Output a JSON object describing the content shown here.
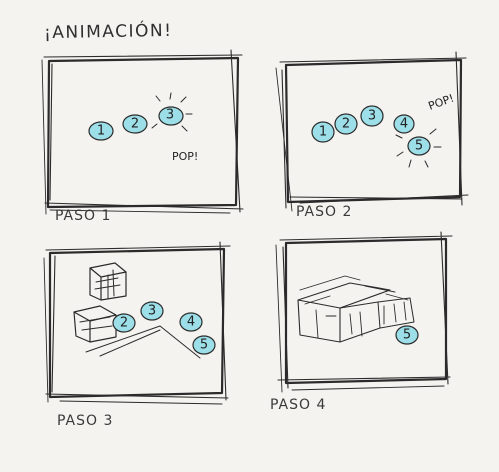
{
  "title": "¡ANIMACIÓN!",
  "steps": [
    {
      "label": "PASO 1",
      "bubbles": [
        "1",
        "2",
        "3"
      ],
      "pop": "POP!"
    },
    {
      "label": "PASO 2",
      "bubbles": [
        "1",
        "2",
        "3",
        "4",
        "5"
      ],
      "pop": "POP!"
    },
    {
      "label": "PASO 3",
      "bubbles": [
        "2",
        "3",
        "4",
        "5"
      ]
    },
    {
      "label": "PASO 4",
      "bubbles": [
        "5"
      ]
    }
  ]
}
